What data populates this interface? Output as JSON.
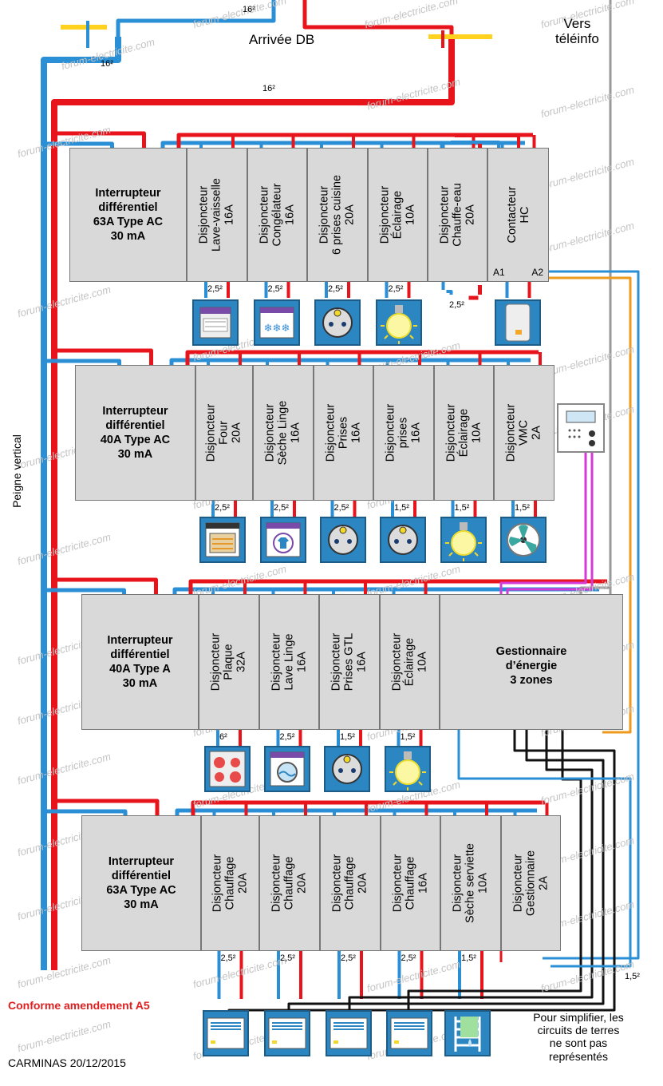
{
  "supply": {
    "title": "Arrivée DB",
    "section_top": "16²",
    "section_left": "16²",
    "section_main": "16²",
    "teleinfo": "Vers\ntéléinfo"
  },
  "peigne_label": "Peigne vertical",
  "rows": [
    {
      "modules": [
        {
          "label": "Interrupteur\ndifférentiel\n63A Type AC\n30 mA"
        },
        {
          "label": "Disjoncteur\nLave-vaisselle\n16A"
        },
        {
          "label": "Disjoncteur\nCongélateur\n16A"
        },
        {
          "label": "Disjoncteur\n6 prises cuisine\n20A"
        },
        {
          "label": "Disjoncteur\nÉclairage\n10A"
        },
        {
          "label": "Disjoncteur\nChauffe-eau\n20A"
        },
        {
          "label": "Contacteur\nHC",
          "terminals": [
            "A1",
            "A2"
          ]
        }
      ],
      "sections": [
        "2,5²",
        "2,5²",
        "2,5²",
        "2,5²",
        "2,5²"
      ],
      "icons": [
        "dishwasher-icon",
        "freezer-icon",
        "socket-icon",
        "bulb-icon",
        "water-heater-icon"
      ]
    },
    {
      "modules": [
        {
          "label": "Interrupteur\ndifférentiel\n40A Type AC\n30 mA"
        },
        {
          "label": "Disjoncteur\nFour\n20A"
        },
        {
          "label": "Disjoncteur\nSèche Linge\n16A"
        },
        {
          "label": "Disjoncteur\nPrises\n16A"
        },
        {
          "label": "Disjoncteur\nprises\n16A"
        },
        {
          "label": "Disjoncteur\nÉclairage\n10A"
        },
        {
          "label": "Disjoncteur\nVMC\n2A"
        }
      ],
      "sections": [
        "2,5²",
        "2,5²",
        "2,5²",
        "1,5²",
        "1,5²",
        "1,5²"
      ],
      "icons": [
        "oven-icon",
        "dryer-icon",
        "socket-icon",
        "socket-icon",
        "bulb-icon",
        "fan-icon"
      ]
    },
    {
      "modules": [
        {
          "label": "Interrupteur\ndifférentiel\n40A Type A\n30 mA"
        },
        {
          "label": "Disjoncteur\nPlaque\n32A"
        },
        {
          "label": "Disjoncteur\nLave Linge\n16A"
        },
        {
          "label": "Disjoncteur\nPrises GTL\n16A"
        },
        {
          "label": "Disjoncteur\nÉclairage\n10A"
        },
        {
          "label": "Gestionnaire\nd’énergie\n3 zones"
        }
      ],
      "sections": [
        "6²",
        "2,5²",
        "1,5²",
        "1,5²"
      ],
      "icons": [
        "hob-icon",
        "washing-machine-icon",
        "socket-icon",
        "bulb-icon"
      ]
    },
    {
      "modules": [
        {
          "label": "Interrupteur\ndifférentiel\n63A Type AC\n30 mA"
        },
        {
          "label": "Disjoncteur\nChauffage\n20A"
        },
        {
          "label": "Disjoncteur\nChauffage\n20A"
        },
        {
          "label": "Disjoncteur\nChauffage\n20A"
        },
        {
          "label": "Disjoncteur\nChauffage\n16A"
        },
        {
          "label": "Disjoncteur\nSèche serviette\n10A"
        },
        {
          "label": "Disjoncteur\nGestionnaire\n2A"
        }
      ],
      "sections": [
        "2,5²",
        "2,5²",
        "2,5²",
        "2,5²",
        "1,5²"
      ],
      "icons": [
        "radiator-icon",
        "radiator-icon",
        "radiator-icon",
        "radiator-icon",
        "towel-dryer-icon"
      ]
    }
  ],
  "section_far_right": "1,5²",
  "footer": {
    "compliance": "Conforme amendement A5",
    "credit": "CARMINAS 20/12/2015",
    "note": "Pour simplifier, les\ncircuits de terres\nne sont pas\nreprésentés"
  },
  "watermark": "forum-electricite.com",
  "colors": {
    "phase": "#e8141b",
    "neutral": "#2b8fd6",
    "control": "#d63ad6",
    "teleinfo": "#ee9a1e",
    "earth_bar": "#ffd21f",
    "signal": "#111111",
    "module": "#d9d9d9",
    "icon_bg": "#2c86c1"
  }
}
